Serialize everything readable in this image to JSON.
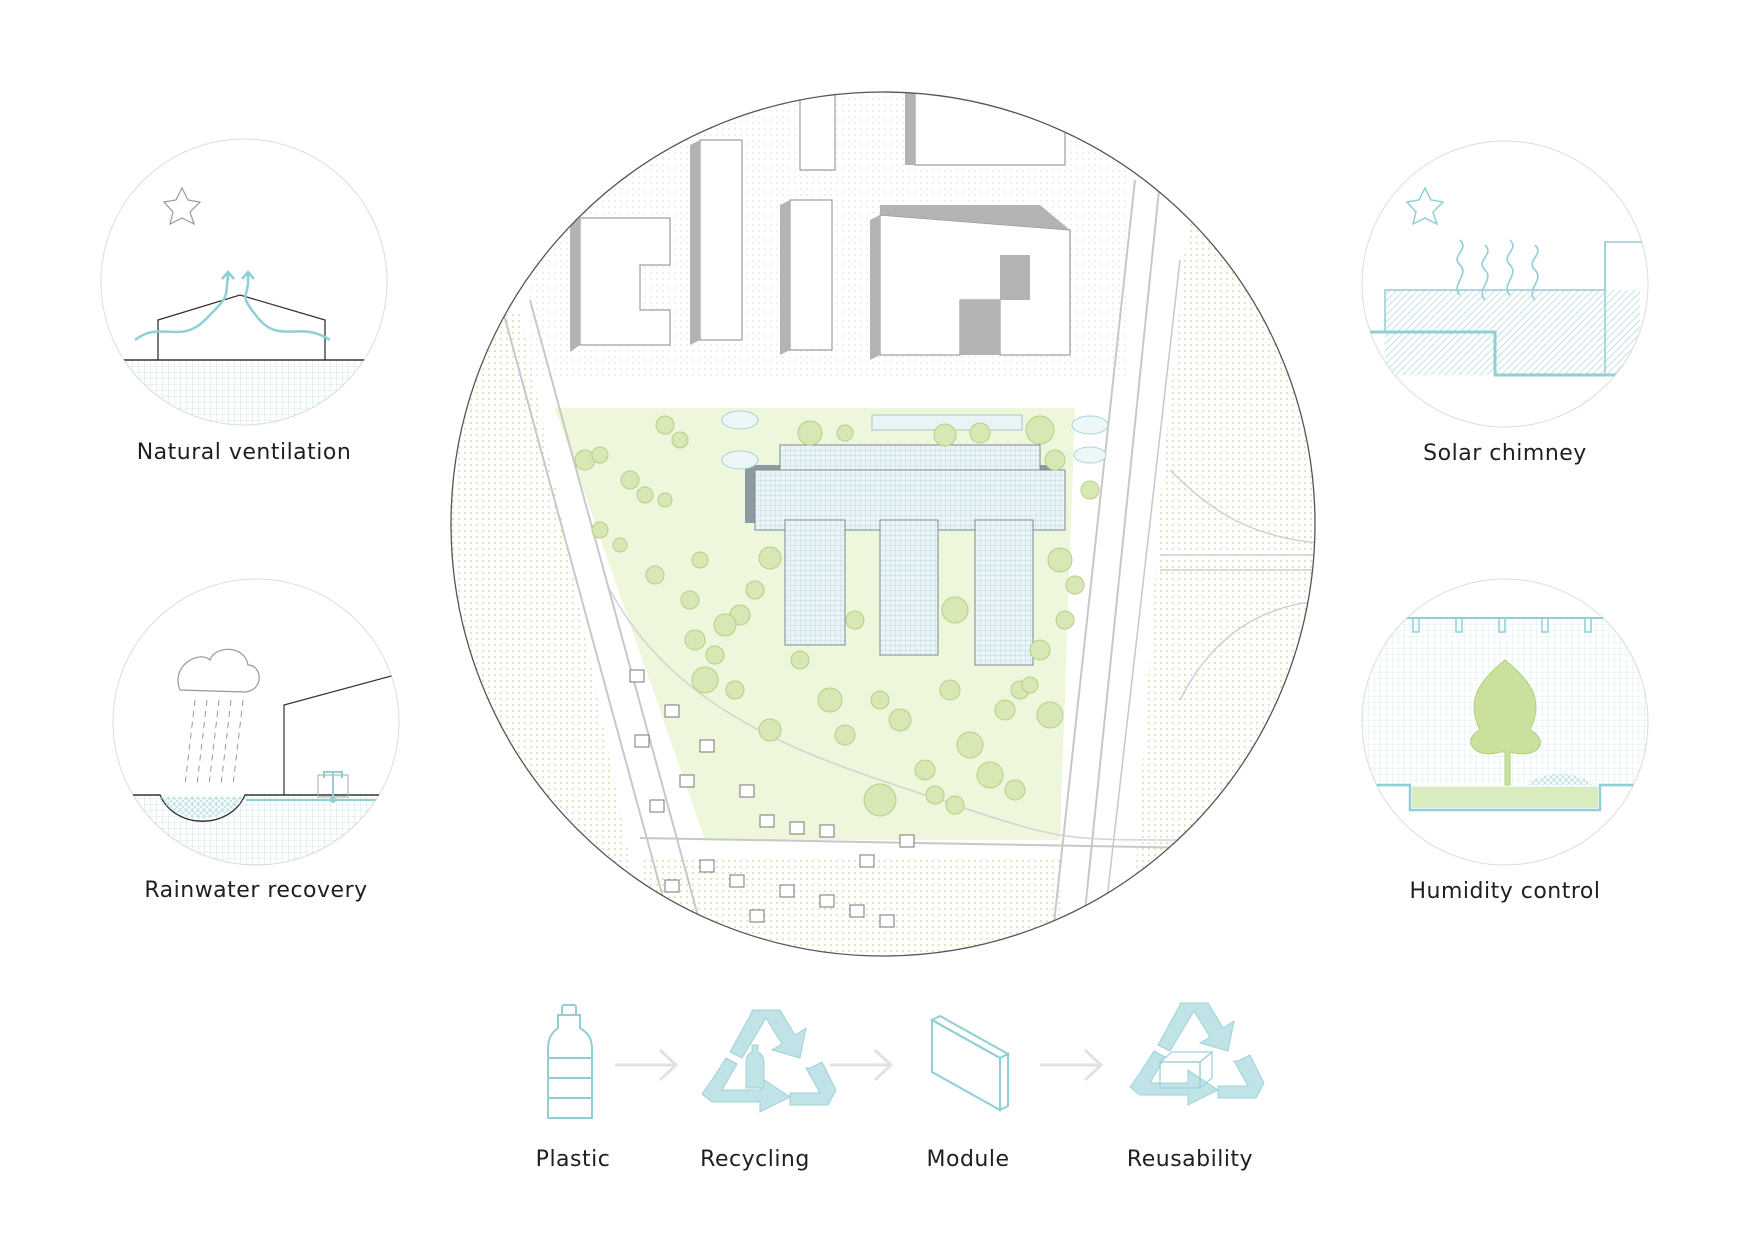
{
  "colors": {
    "accent": "#8fcfd6",
    "accent_dark": "#6fbcc6",
    "green": "#cfe5a8",
    "green_light": "#eef6dc",
    "building": "#b3b3b3",
    "line": "#333333"
  },
  "strategies": [
    {
      "label": "Natural ventilation",
      "icon": "natural-ventilation-icon"
    },
    {
      "label": "Rainwater recovery",
      "icon": "rainwater-recovery-icon"
    },
    {
      "label": "Solar chimney",
      "icon": "solar-chimney-icon"
    },
    {
      "label": "Humidity control",
      "icon": "humidity-control-icon"
    }
  ],
  "process": [
    {
      "label": "Plastic",
      "icon": "plastic-bottle-icon"
    },
    {
      "label": "Recycling",
      "icon": "recycling-bottle-icon"
    },
    {
      "label": "Module",
      "icon": "module-panel-icon"
    },
    {
      "label": "Reusability",
      "icon": "reusability-module-icon"
    }
  ],
  "site_plan": {
    "icon": "site-plan-map"
  }
}
